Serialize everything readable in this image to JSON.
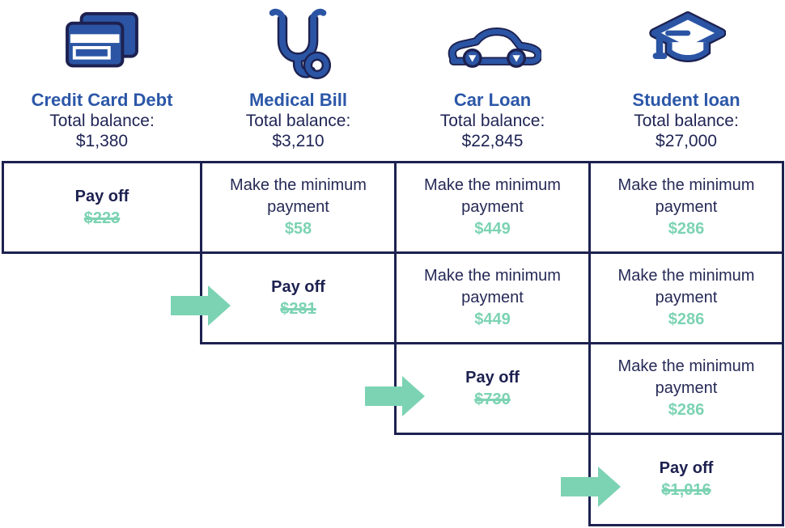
{
  "header": {
    "columns": [
      {
        "icon": "credit-card-icon",
        "title": "Credit Card Debt",
        "balance_label": "Total balance:",
        "balance": "$1,380"
      },
      {
        "icon": "stethoscope-icon",
        "title": "Medical Bill",
        "balance_label": "Total balance:",
        "balance": "$3,210"
      },
      {
        "icon": "car-icon",
        "title": "Car Loan",
        "balance_label": "Total balance:",
        "balance": "$22,845"
      },
      {
        "icon": "graduation-cap-icon",
        "title": "Student loan",
        "balance_label": "Total balance:",
        "balance": "$27,000"
      }
    ]
  },
  "plan": {
    "payoff_label": "Pay off",
    "minimum_label": "Make the minimum payment",
    "cells": [
      {
        "step": 1,
        "column": "Credit Card Debt",
        "label": "Pay off",
        "amount": "$223",
        "struck": true
      },
      {
        "step": 1,
        "column": "Medical Bill",
        "label": "Make the minimum payment",
        "amount": "$58",
        "struck": false
      },
      {
        "step": 1,
        "column": "Car Loan",
        "label": "Make the minimum payment",
        "amount": "$449",
        "struck": false
      },
      {
        "step": 1,
        "column": "Student loan",
        "label": "Make the minimum payment",
        "amount": "$286",
        "struck": false
      },
      {
        "step": 2,
        "column": "Medical Bill",
        "label": "Pay off",
        "amount": "$281",
        "struck": true
      },
      {
        "step": 2,
        "column": "Car Loan",
        "label": "Make the minimum payment",
        "amount": "$449",
        "struck": false
      },
      {
        "step": 2,
        "column": "Student loan",
        "label": "Make the minimum payment",
        "amount": "$286",
        "struck": false
      },
      {
        "step": 3,
        "column": "Car Loan",
        "label": "Pay off",
        "amount": "$730",
        "struck": true
      },
      {
        "step": 3,
        "column": "Student loan",
        "label": "Make the minimum payment",
        "amount": "$286",
        "struck": false
      },
      {
        "step": 4,
        "column": "Student loan",
        "label": "Pay off",
        "amount": "$1,016",
        "struck": true
      }
    ]
  },
  "colors": {
    "navy": "#1d2150",
    "title_blue": "#2b57a8",
    "icon_blue": "#2b55a4",
    "green": "#7cd3b3"
  }
}
